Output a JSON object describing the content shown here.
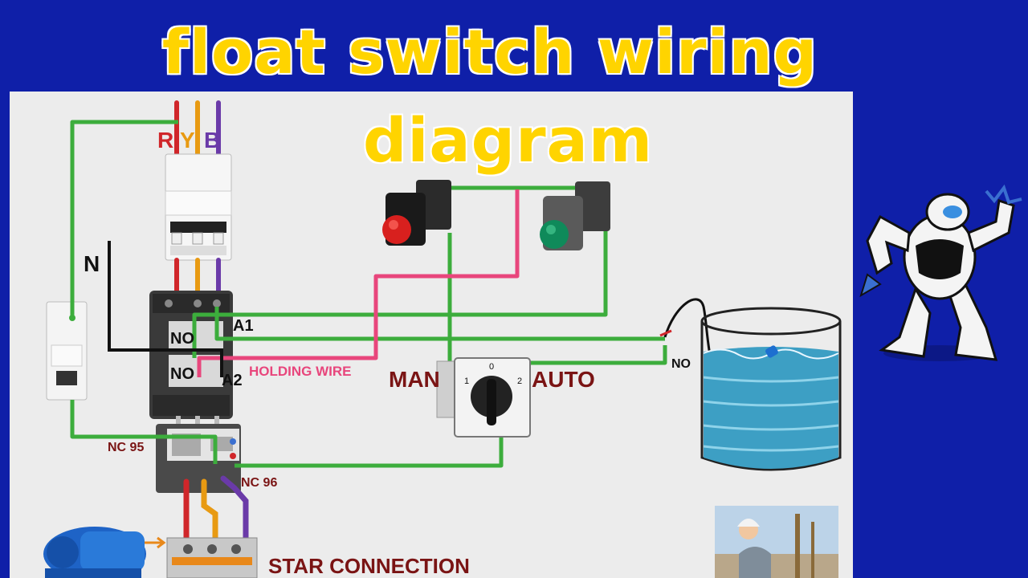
{
  "title": {
    "line1": "float switch wiring",
    "line2": "diagram"
  },
  "phase_labels": {
    "r": "R",
    "y": "Y",
    "b": "B"
  },
  "neutral_label": "N",
  "contactor": {
    "no_top": "NO",
    "a1": "A1",
    "no_bottom": "NO",
    "a2": "A2"
  },
  "holding_wire_label": "HOLDING WIRE",
  "selector": {
    "man": "MAN",
    "auto": "AUTO",
    "pos0": "0",
    "pos1": "1",
    "pos2": "2"
  },
  "float_switch_label": "NO",
  "overload": {
    "nc95": "NC 95",
    "nc96": "NC 96"
  },
  "star_connection_label": "STAR CONNECTION",
  "colors": {
    "background": "#0f1fa8",
    "title": "#ffd400",
    "control_wire": "#3cad3c",
    "holding_wire": "#e8467c",
    "phase_r": "#d0262a",
    "phase_y": "#e89a12",
    "phase_b": "#6a3aa8",
    "neutral": "#111111",
    "water": "#3d9fc4"
  },
  "icons": [
    "robot-icon",
    "engineer-photo-icon",
    "motor-pump-icon"
  ]
}
